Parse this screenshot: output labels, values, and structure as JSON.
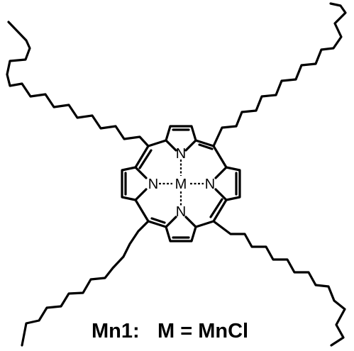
{
  "atoms": {
    "metal": "M",
    "nitrogen_top": "N",
    "nitrogen_left": "N",
    "nitrogen_right": "N",
    "nitrogen_bottom": "N"
  },
  "caption": {
    "compound": "Mn1:",
    "definition": "M = MnCl"
  },
  "colors": {
    "ink": "#000000",
    "background": "#ffffff"
  }
}
